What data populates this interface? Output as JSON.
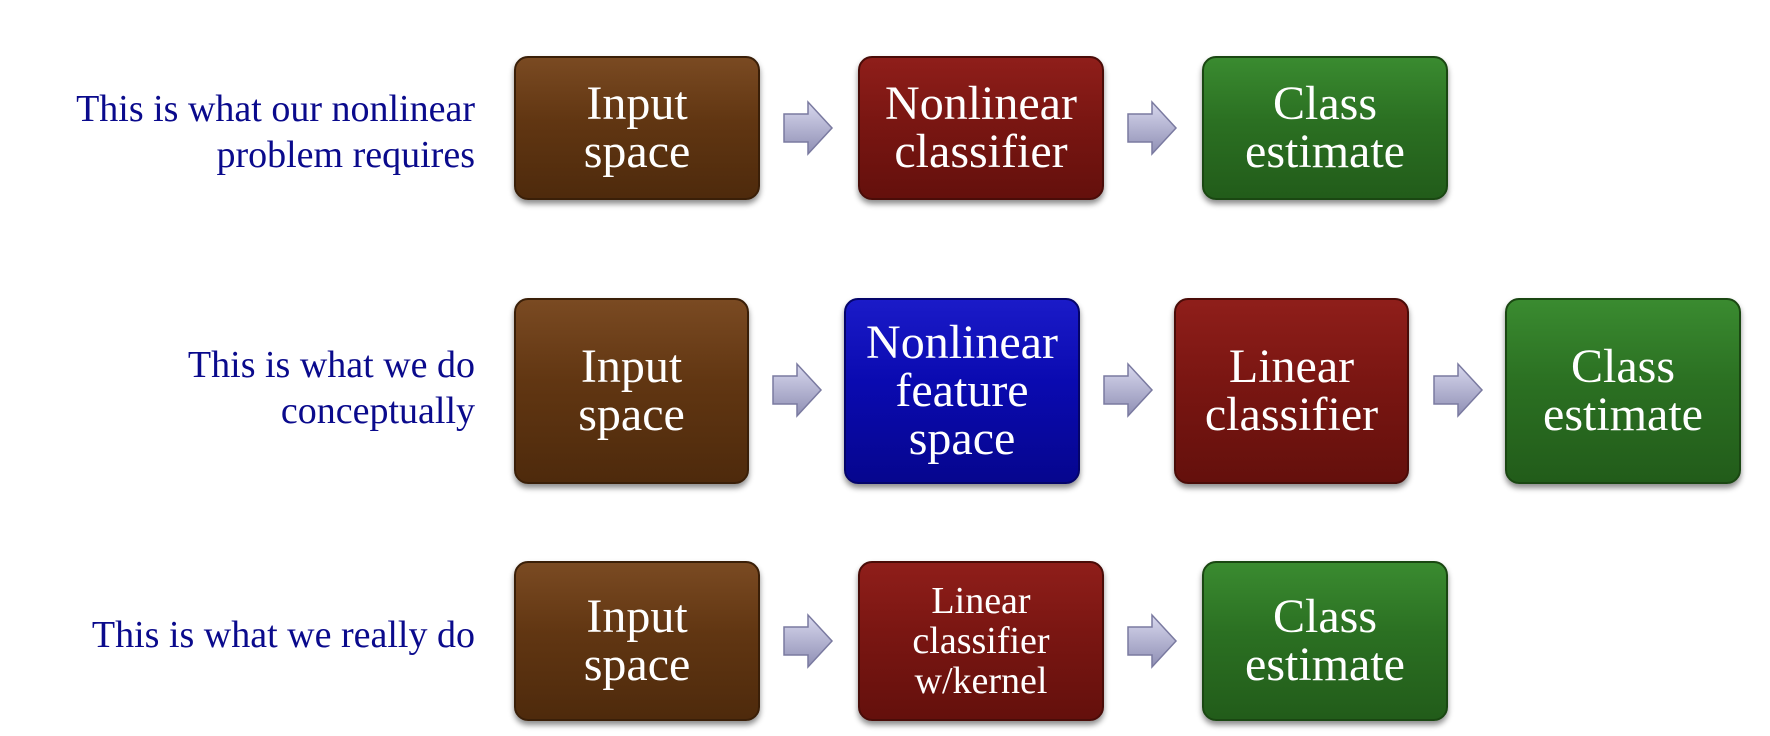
{
  "rows": [
    {
      "label_lines": [
        "This is what our nonlinear",
        "problem requires"
      ],
      "boxes": [
        {
          "lines": [
            "Input",
            "space"
          ],
          "color": "#613612"
        },
        {
          "lines": [
            "Nonlinear",
            "classifier"
          ],
          "color": "#7a1612"
        },
        {
          "lines": [
            "Class",
            "estimate"
          ],
          "color": "#2b7022"
        }
      ]
    },
    {
      "label_lines": [
        "This is what we do",
        "conceptually"
      ],
      "boxes": [
        {
          "lines": [
            "Input",
            "space"
          ],
          "color": "#613612"
        },
        {
          "lines": [
            "Nonlinear",
            "feature",
            "space"
          ],
          "color": "#0a0ab0"
        },
        {
          "lines": [
            "Linear",
            "classifier"
          ],
          "color": "#7a1612"
        },
        {
          "lines": [
            "Class",
            "estimate"
          ],
          "color": "#2b7022"
        }
      ]
    },
    {
      "label_lines": [
        "This is what we really do"
      ],
      "boxes": [
        {
          "lines": [
            "Input",
            "space"
          ],
          "color": "#613612"
        },
        {
          "lines": [
            "Linear",
            "classifier",
            "w/kernel"
          ],
          "color": "#7a1612"
        },
        {
          "lines": [
            "Class",
            "estimate"
          ],
          "color": "#2b7022"
        }
      ]
    }
  ],
  "colors": {
    "label_text": "#0a0a8c",
    "arrow_fill": "#b9b9d9"
  }
}
